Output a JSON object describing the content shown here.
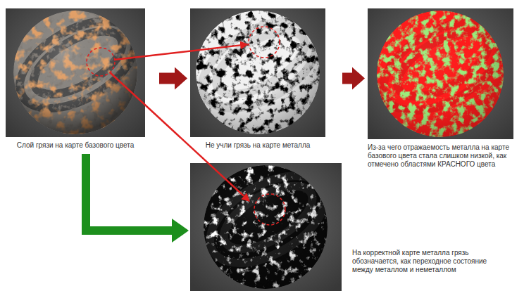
{
  "diagram": {
    "nodes": [
      {
        "text": [
          "Слой грязи на карте базового цвета"
        ]
      },
      {
        "text": [
          "Не учли грязь на карте металла"
        ]
      },
      {
        "text": [
          "Из-за чего отражаемость металла на карте базового цвета стала слишком низкой, как отмечено областями КРАСНОГО цвета"
        ]
      },
      {
        "text": [
          "На корректной карте металла грязь обозначается, как переходное состояние между металлом и неметаллом"
        ]
      }
    ],
    "edges": [
      {
        "from": 0,
        "to": 1,
        "arrow": "to"
      },
      {
        "from": 1,
        "to": 2,
        "arrow": "to"
      },
      {
        "from": 0,
        "to": 1,
        "arrow": "to"
      },
      {
        "from": 0,
        "to": 3,
        "arrow": "to"
      },
      {
        "from": 0,
        "to": 3,
        "arrow": "to"
      }
    ]
  }
}
